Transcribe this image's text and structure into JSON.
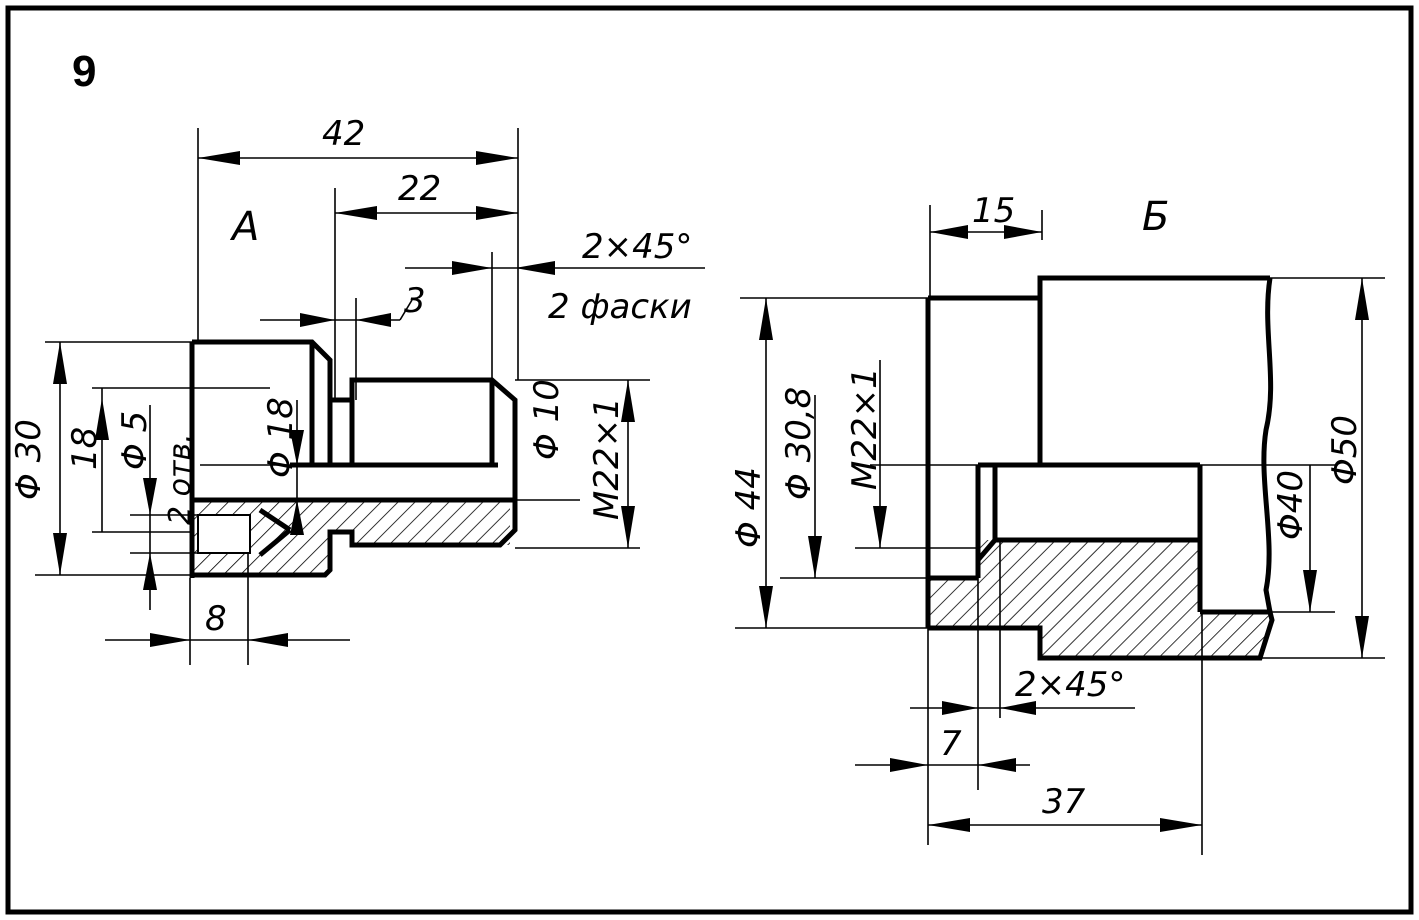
{
  "figure_number": "9",
  "part_a": {
    "label": "А",
    "dims": {
      "length_total": "42",
      "length_thread": "22",
      "groove": "3",
      "chamfer": "2×45°",
      "chamfer_note": "2 фаски",
      "dia_30": "Φ 30",
      "dim_18": "18",
      "hole_dia": "Φ 5",
      "holes_note": "2 отв.",
      "bore_dia": "Φ 18",
      "dia_10": "Φ 10",
      "thread": "M22×1",
      "hole_depth": "8"
    }
  },
  "part_b": {
    "label": "Б",
    "dims": {
      "length_15": "15",
      "dia_44": "Φ 44",
      "dia_30_8": "Φ 30,8",
      "thread": "M22×1",
      "dia_40": "Φ40",
      "dia_50": "Φ50",
      "chamfer": "2×45°",
      "length_7": "7",
      "length_37": "37"
    }
  }
}
